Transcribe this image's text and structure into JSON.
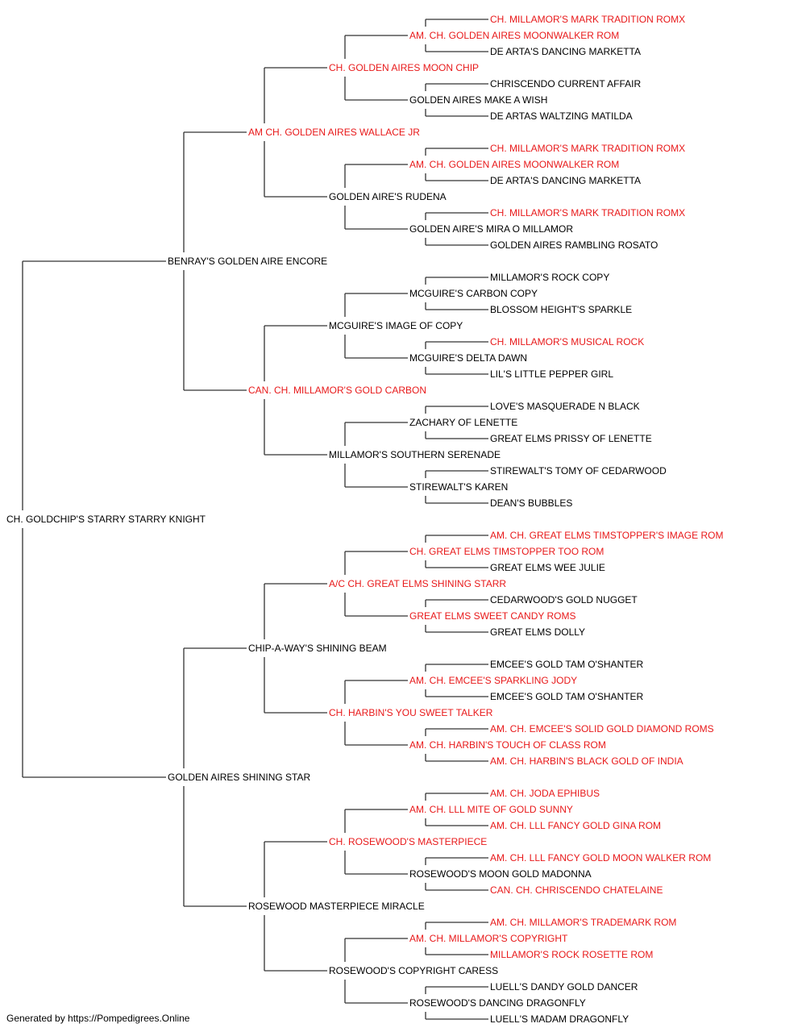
{
  "colors": {
    "champion": "#e8191a",
    "regular": "#000000",
    "line": "#333333"
  },
  "pedigree": {
    "gen1": [
      {
        "name": "CH. GOLDCHIP'S STARRY STARRY KNIGHT",
        "champion": false
      }
    ],
    "gen2": [
      {
        "name": "BENRAY'S GOLDEN AIRE ENCORE",
        "champion": false
      },
      {
        "name": "GOLDEN AIRES SHINING STAR",
        "champion": false
      }
    ],
    "gen3": [
      {
        "name": "AM CH. GOLDEN AIRES WALLACE JR",
        "champion": true
      },
      {
        "name": "CAN. CH. MILLAMOR'S GOLD CARBON",
        "champion": true
      },
      {
        "name": "CHIP-A-WAY'S SHINING BEAM",
        "champion": false
      },
      {
        "name": "ROSEWOOD MASTERPIECE MIRACLE",
        "champion": false
      }
    ],
    "gen4": [
      {
        "name": "CH. GOLDEN AIRES MOON CHIP",
        "champion": true
      },
      {
        "name": "GOLDEN AIRE'S RUDENA",
        "champion": false
      },
      {
        "name": "MCGUIRE'S IMAGE OF COPY",
        "champion": false
      },
      {
        "name": "MILLAMOR'S SOUTHERN SERENADE",
        "champion": false
      },
      {
        "name": "A/C CH. GREAT ELMS SHINING STARR",
        "champion": true
      },
      {
        "name": "CH. HARBIN'S YOU SWEET TALKER",
        "champion": true
      },
      {
        "name": "CH. ROSEWOOD'S MASTERPIECE",
        "champion": true
      },
      {
        "name": "ROSEWOOD'S COPYRIGHT CARESS",
        "champion": false
      }
    ],
    "gen5": [
      {
        "name": "AM. CH. GOLDEN AIRES MOONWALKER ROM",
        "champion": true
      },
      {
        "name": "GOLDEN AIRES MAKE A WISH",
        "champion": false
      },
      {
        "name": "AM. CH. GOLDEN AIRES MOONWALKER ROM",
        "champion": true
      },
      {
        "name": "GOLDEN AIRE'S MIRA O MILLAMOR",
        "champion": false
      },
      {
        "name": "MCGUIRE'S CARBON COPY",
        "champion": false
      },
      {
        "name": "MCGUIRE'S DELTA DAWN",
        "champion": false
      },
      {
        "name": "ZACHARY OF LENETTE",
        "champion": false
      },
      {
        "name": "STIREWALT'S KAREN",
        "champion": false
      },
      {
        "name": "CH. GREAT ELMS TIMSTOPPER TOO ROM",
        "champion": true
      },
      {
        "name": "GREAT ELMS SWEET CANDY ROMS",
        "champion": true
      },
      {
        "name": "AM. CH. EMCEE'S SPARKLING JODY",
        "champion": true
      },
      {
        "name": "AM. CH. HARBIN'S TOUCH OF CLASS ROM",
        "champion": true
      },
      {
        "name": "AM. CH. LLL MITE OF GOLD SUNNY",
        "champion": true
      },
      {
        "name": "ROSEWOOD'S MOON GOLD MADONNA",
        "champion": false
      },
      {
        "name": "AM. CH. MILLAMOR'S COPYRIGHT",
        "champion": true
      },
      {
        "name": "ROSEWOOD'S DANCING DRAGONFLY",
        "champion": false
      }
    ],
    "gen6": [
      {
        "name": "CH. MILLAMOR'S MARK TRADITION ROMX",
        "champion": true
      },
      {
        "name": "DE ARTA'S DANCING MARKETTA",
        "champion": false
      },
      {
        "name": "CHRISCENDO CURRENT AFFAIR",
        "champion": false
      },
      {
        "name": "DE ARTAS WALTZING MATILDA",
        "champion": false
      },
      {
        "name": "CH. MILLAMOR'S MARK TRADITION ROMX",
        "champion": true
      },
      {
        "name": "DE ARTA'S DANCING MARKETTA",
        "champion": false
      },
      {
        "name": "CH. MILLAMOR'S MARK TRADITION ROMX",
        "champion": true
      },
      {
        "name": "GOLDEN AIRES RAMBLING ROSATO",
        "champion": false
      },
      {
        "name": "MILLAMOR'S ROCK COPY",
        "champion": false
      },
      {
        "name": "BLOSSOM HEIGHT'S SPARKLE",
        "champion": false
      },
      {
        "name": "CH. MILLAMOR'S MUSICAL ROCK",
        "champion": true
      },
      {
        "name": "LIL'S LITTLE PEPPER GIRL",
        "champion": false
      },
      {
        "name": "LOVE'S MASQUERADE N BLACK",
        "champion": false
      },
      {
        "name": "GREAT ELMS PRISSY OF LENETTE",
        "champion": false
      },
      {
        "name": "STIREWALT'S TOMY OF CEDARWOOD",
        "champion": false
      },
      {
        "name": "DEAN'S BUBBLES",
        "champion": false
      },
      {
        "name": "AM. CH. GREAT ELMS TIMSTOPPER'S IMAGE ROM",
        "champion": true
      },
      {
        "name": "GREAT ELMS WEE JULIE",
        "champion": false
      },
      {
        "name": "CEDARWOOD'S GOLD NUGGET",
        "champion": false
      },
      {
        "name": "GREAT ELMS DOLLY",
        "champion": false
      },
      {
        "name": "EMCEE'S GOLD TAM O'SHANTER",
        "champion": false
      },
      {
        "name": "EMCEE'S GOLD TAM O'SHANTER",
        "champion": false
      },
      {
        "name": "AM. CH. EMCEE'S SOLID GOLD DIAMOND ROMS",
        "champion": true
      },
      {
        "name": "AM. CH. HARBIN'S BLACK GOLD OF INDIA",
        "champion": true
      },
      {
        "name": "AM. CH. JODA EPHIBUS",
        "champion": true
      },
      {
        "name": "AM. CH. LLL FANCY GOLD GINA ROM",
        "champion": true
      },
      {
        "name": "AM. CH. LLL FANCY GOLD MOON WALKER ROM",
        "champion": true
      },
      {
        "name": "CAN. CH. CHRISCENDO CHATELAINE",
        "champion": true
      },
      {
        "name": "AM. CH. MILLAMOR'S TRADEMARK ROM",
        "champion": true
      },
      {
        "name": "MILLAMOR'S ROCK ROSETTE ROM",
        "champion": true
      },
      {
        "name": "LUELL'S DANDY GOLD DANCER",
        "champion": false
      },
      {
        "name": "LUELL'S MADAM DRAGONFLY",
        "champion": false
      }
    ]
  },
  "footer": {
    "text": "Generated by https://Pompedigrees.Online"
  }
}
